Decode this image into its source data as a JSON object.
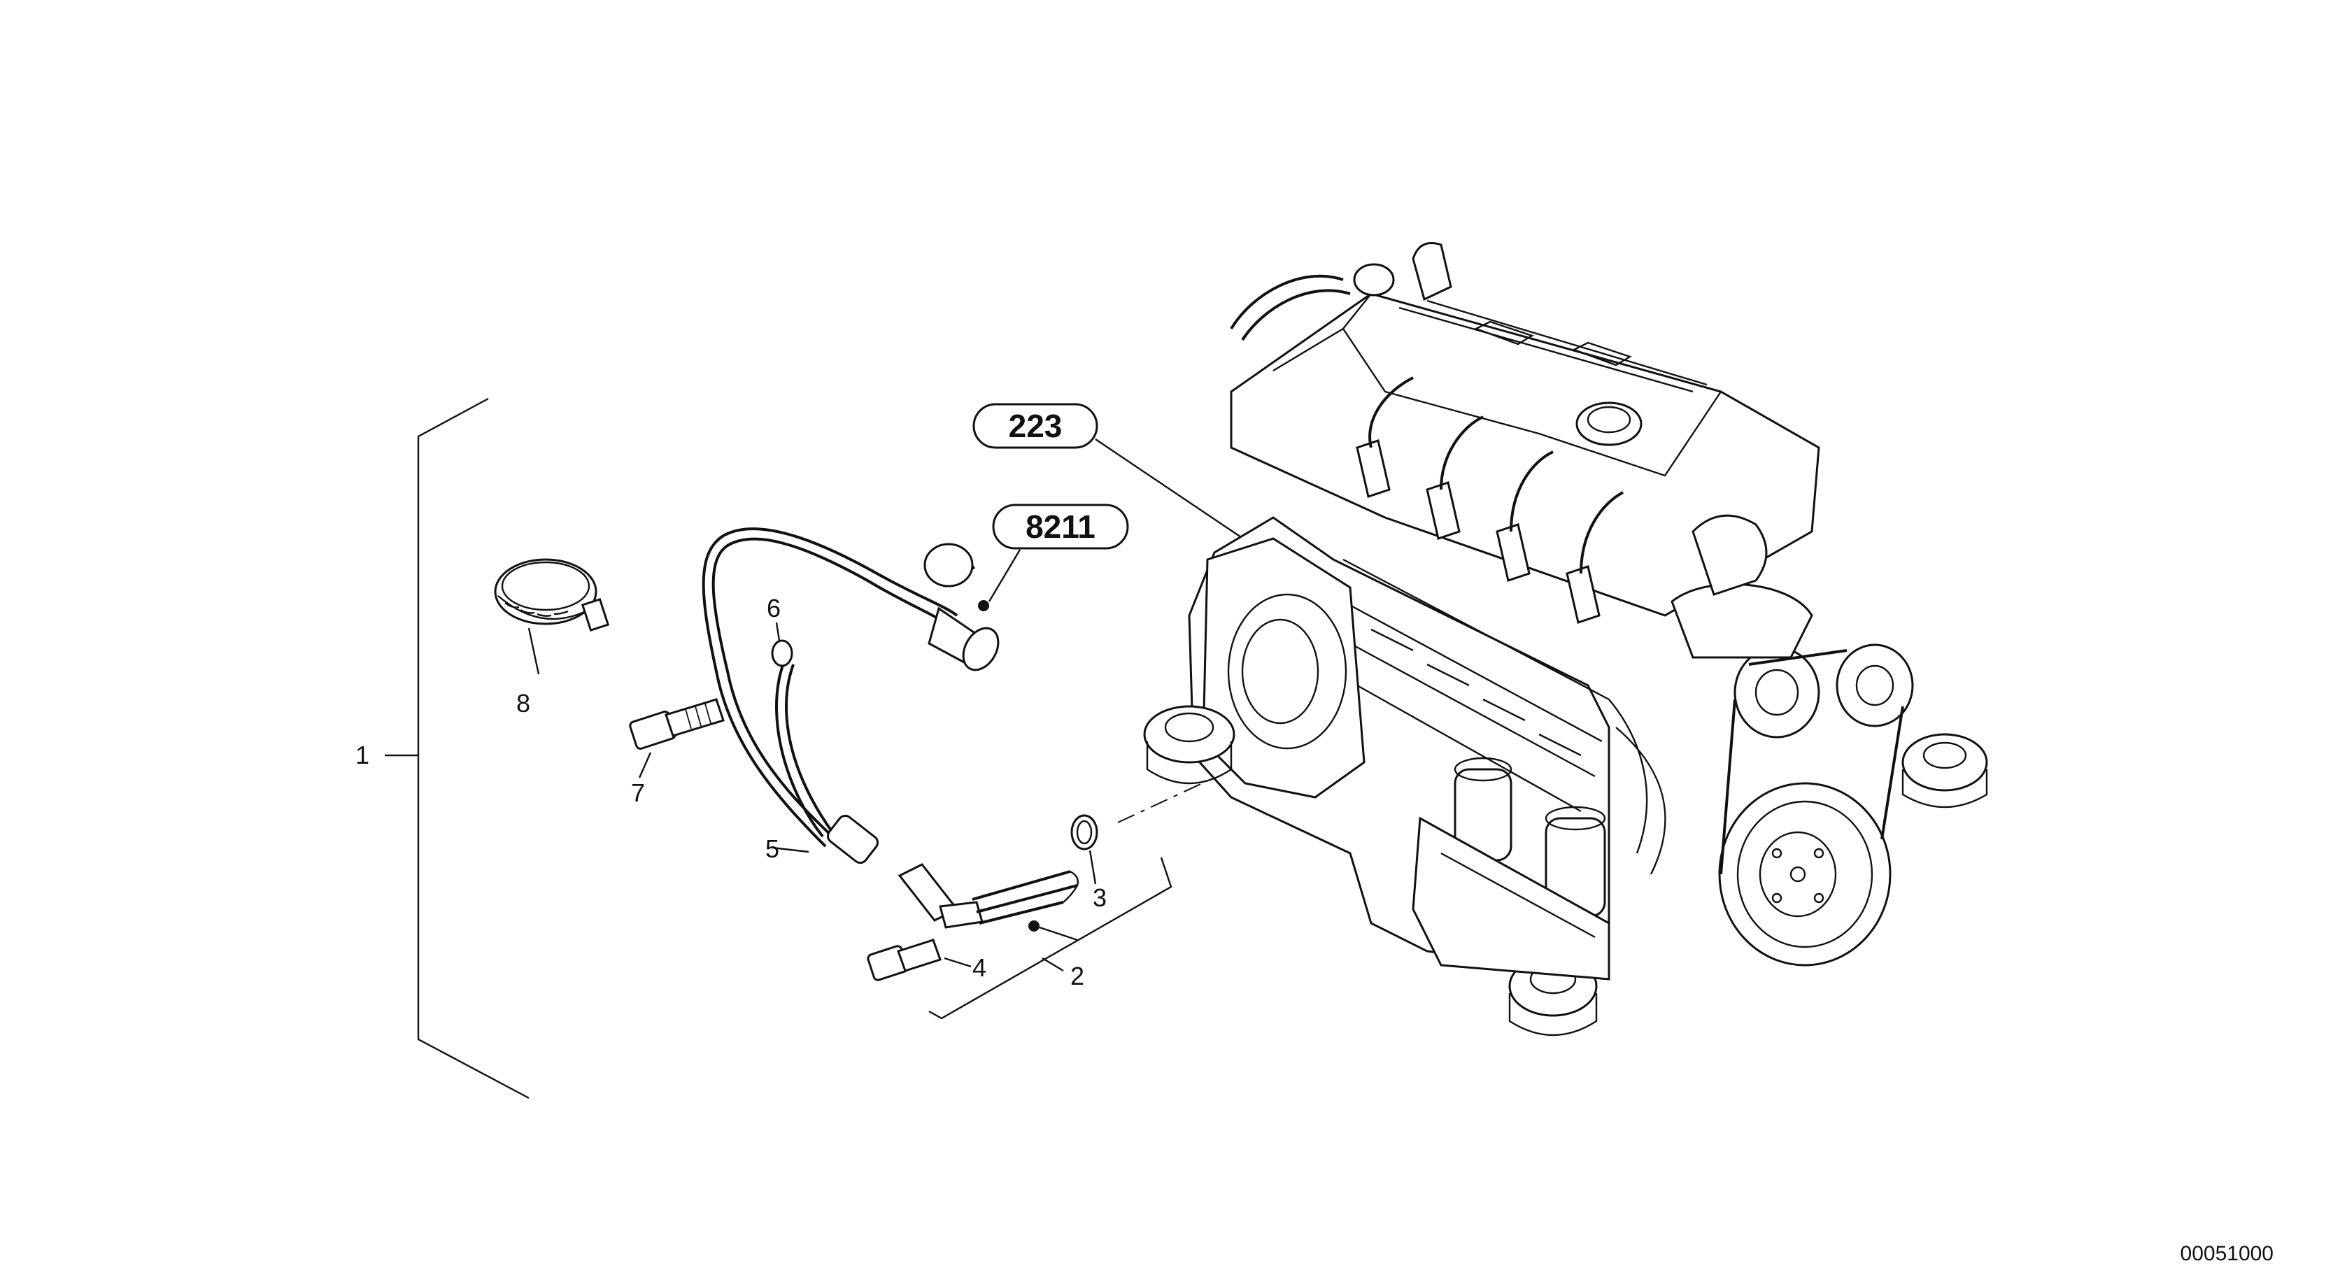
{
  "diagram": {
    "part_labels": [
      "1",
      "2",
      "3",
      "4",
      "5",
      "6",
      "7",
      "8"
    ],
    "callouts": [
      "223",
      "8211"
    ],
    "reference_number": "00051000"
  }
}
